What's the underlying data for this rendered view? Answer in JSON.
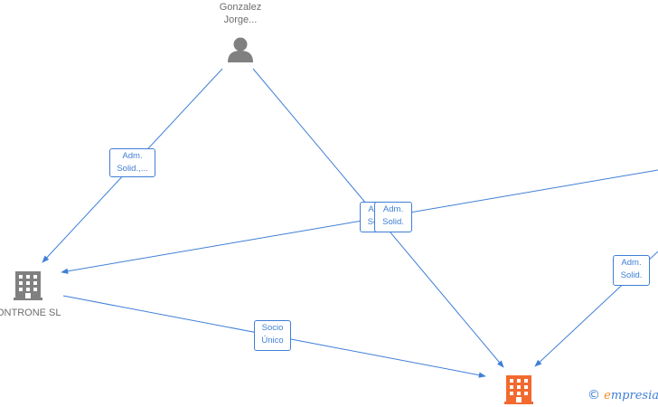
{
  "nodes": {
    "person": {
      "label_line1": "Gonzalez",
      "label_line2": "Jorge..."
    },
    "company_left": {
      "label": "ONTRONE  SL"
    },
    "company_bottom": {
      "label": ""
    }
  },
  "edges": {
    "person_to_left": {
      "line1": "Adm.",
      "line2": "Solid.,..."
    },
    "person_to_bottom_back": {
      "line1": "Adm.",
      "line2": "Solid."
    },
    "person_to_bottom_front": {
      "line1": "Adm.",
      "line2": "Solid."
    },
    "right_to_bottom": {
      "line1": "Adm.",
      "line2": "Solid."
    },
    "left_to_bottom": {
      "line1": "Socio",
      "line2": "Único"
    }
  },
  "watermark": {
    "symbol": "©",
    "brand_initial": "e",
    "brand_rest": "mpresia"
  },
  "colors": {
    "edge": "#3f7fd6",
    "company_gray": "#808080",
    "company_focus": "#f26a2e",
    "person": "#808080"
  }
}
